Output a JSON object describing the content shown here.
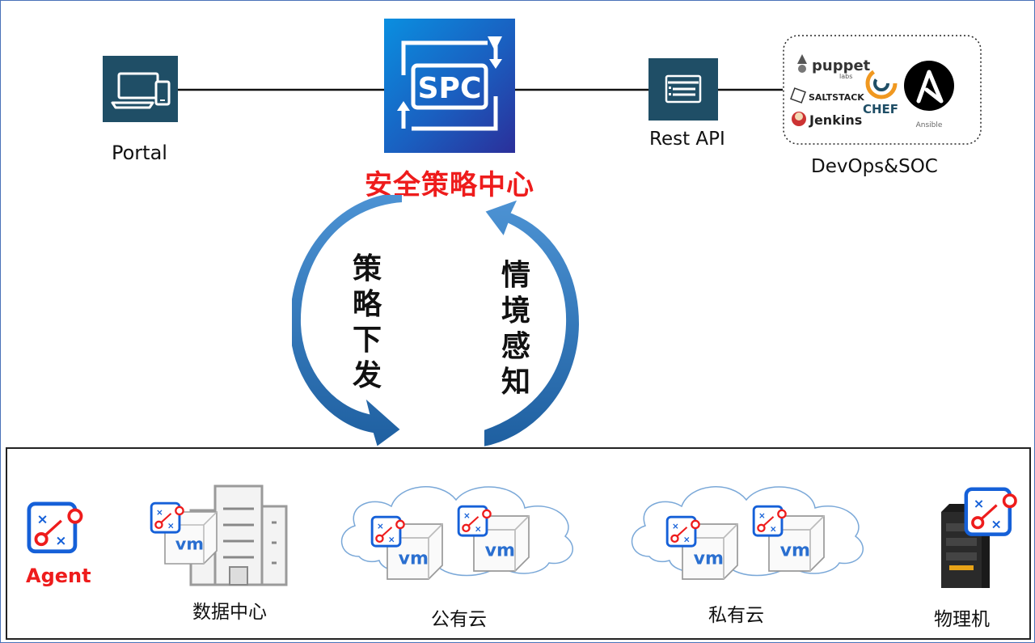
{
  "top": {
    "portal_label": "Portal",
    "spc_logo_text": "SPC",
    "spc_title": "安全策略中心",
    "rest_api_label": "Rest API",
    "devops_label": "DevOps&SOC",
    "tools": {
      "puppet": "puppet",
      "puppet_sub": "labs",
      "saltstack": "SALTSTACK",
      "jenkins": "Jenkins",
      "chef": "CHEF",
      "ansible": "Ansible"
    }
  },
  "cycle": {
    "left_label": "策略下发",
    "right_label": "情境感知"
  },
  "bottom": {
    "agent_label": "Agent",
    "datacenter_label": "数据中心",
    "public_cloud_label": "公有云",
    "private_cloud_label": "私有云",
    "physical_label": "物理机",
    "vm_text": "vm"
  },
  "colors": {
    "tile_dark": "#1f4e66",
    "spc_blue_light": "#0a82d8",
    "spc_blue_dark": "#2b2f9a",
    "arrow_blue": "#2e75b6",
    "agent_blue": "#1560d8",
    "agent_red": "#ee1c1c",
    "title_red": "#ee1c1c"
  }
}
